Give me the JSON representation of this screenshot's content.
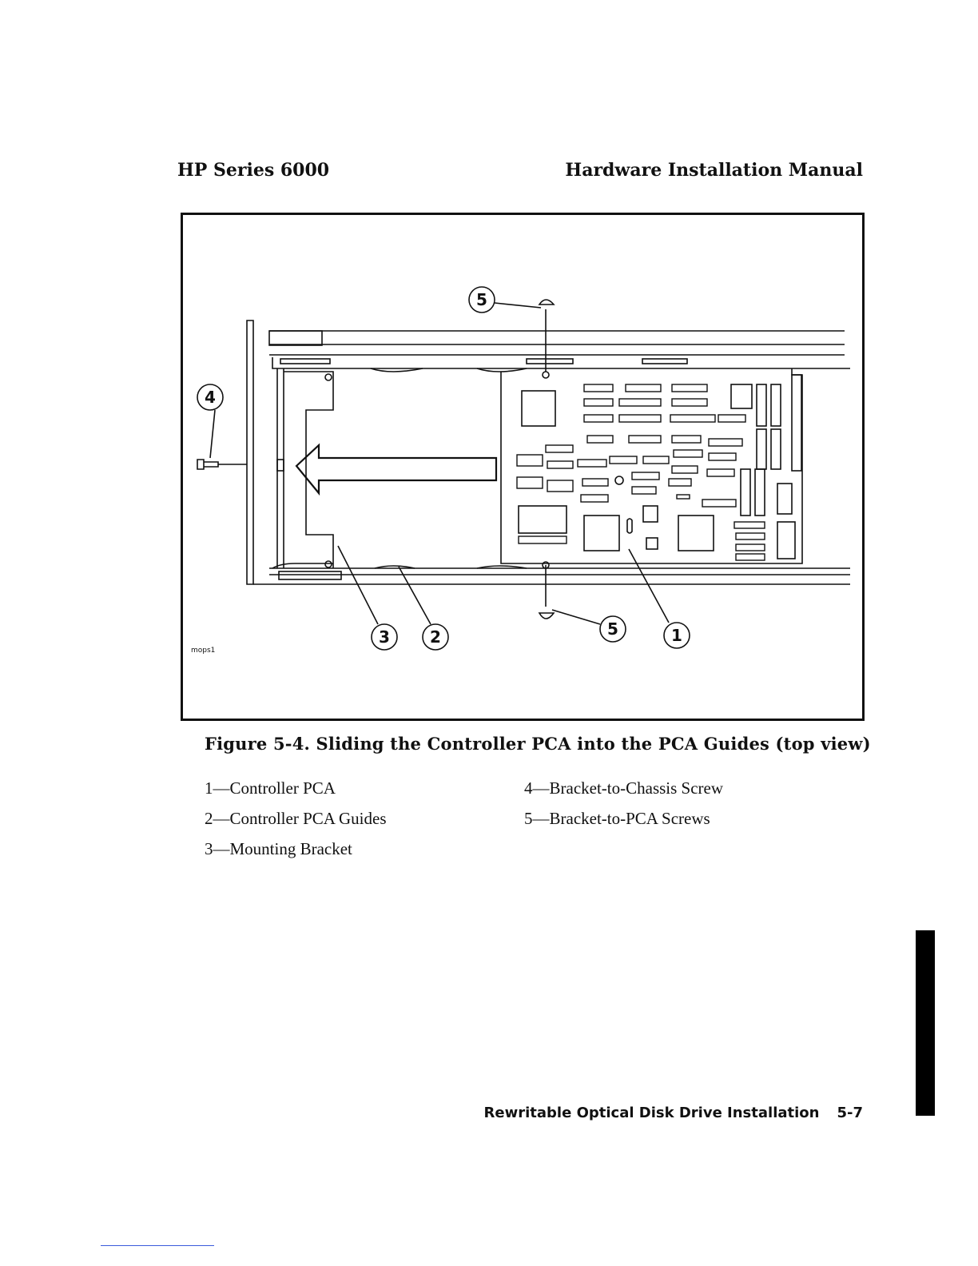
{
  "header": {
    "left": "HP Series 6000",
    "right": "Hardware Installation Manual"
  },
  "figure": {
    "tag": "mops1",
    "callouts": {
      "c1": "1",
      "c2": "2",
      "c3": "3",
      "c4": "4",
      "c5_top": "5",
      "c5_bottom": "5"
    },
    "caption": "Figure 5-4. Sliding the Controller PCA into the PCA Guides (top view)"
  },
  "legend": [
    "1—Controller PCA",
    "2—Controller PCA Guides",
    "3—Mounting Bracket",
    "4—Bracket-to-Chassis Screw",
    "5—Bracket-to-PCA Screws"
  ],
  "footer": {
    "title": "Rewritable Optical Disk Drive Installation",
    "page": "5-7"
  },
  "colors": {
    "ink": "#111111",
    "underline": "#3b5bdb"
  }
}
